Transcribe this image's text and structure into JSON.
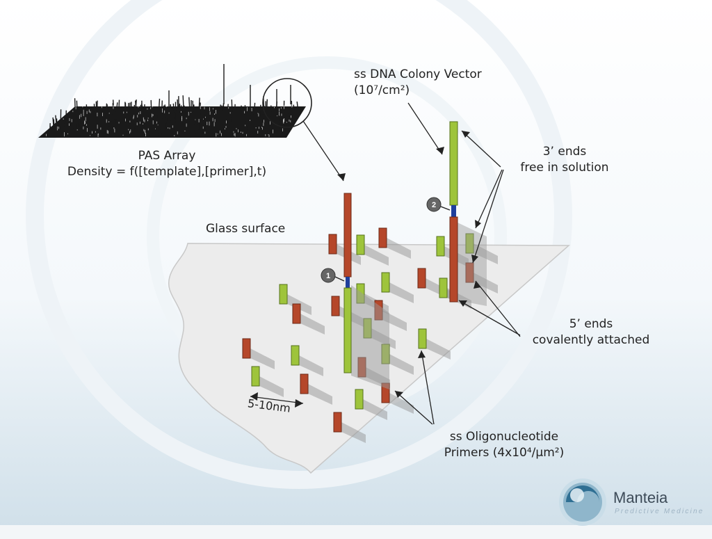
{
  "labels": {
    "pas_array_title": "PAS Array",
    "pas_array_density": "Density = f([template],[primer],t)",
    "colony_vector_title": "ss DNA Colony Vector",
    "colony_vector_density": "(10⁷/cm²)",
    "three_prime_line1": "3’ ends",
    "three_prime_line2": "free in solution",
    "glass_surface": "Glass surface",
    "five_prime_line1": "5’ ends",
    "five_prime_line2": "covalently attached",
    "spacing": "5-10nm",
    "primers_line1": "ss Oligonucleotide",
    "primers_line2": "Primers (4x10⁴/µm²)"
  },
  "badges": [
    "1",
    "2"
  ],
  "logo": {
    "name": "Manteia",
    "tagline": "Predictive Medicine"
  },
  "colors": {
    "red_strand": "#b5472a",
    "green_strand": "#9ec43b",
    "linker": "#1f3f9c",
    "surface": "#ececec",
    "badge": "#666666"
  }
}
